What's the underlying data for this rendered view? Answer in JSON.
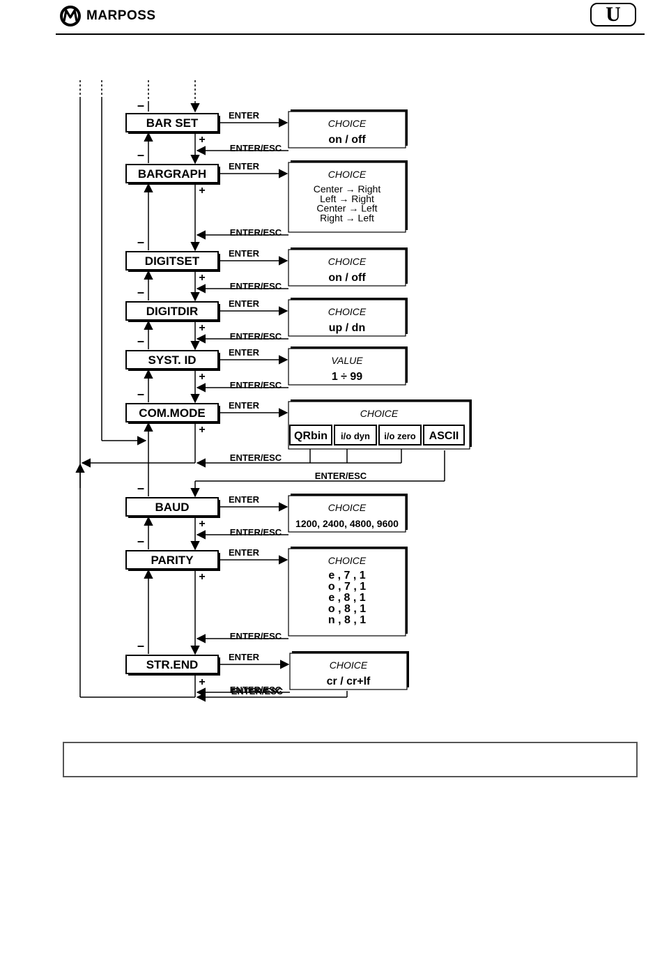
{
  "header": {
    "brand": "MARPOSS",
    "badge": "U"
  },
  "diagram": {
    "enter_label": "ENTER",
    "enter_esc_label": "ENTER/ESC",
    "plus": "+",
    "minus": "–",
    "menu_items": [
      {
        "name": "BAR SET",
        "box_title": "CHOICE",
        "options": [
          "on / off"
        ]
      },
      {
        "name": "BARGRAPH",
        "box_title": "CHOICE",
        "options": [
          "Center → Right",
          "Left → Right",
          "Center → Left",
          "Right → Left"
        ]
      },
      {
        "name": "DIGITSET",
        "box_title": "CHOICE",
        "options": [
          "on / off"
        ]
      },
      {
        "name": "DIGITDIR",
        "box_title": "CHOICE",
        "options": [
          "up / dn"
        ]
      },
      {
        "name": "SYST. ID",
        "box_title": "VALUE",
        "options": [
          "1 ÷ 99"
        ]
      },
      {
        "name": "COM.MODE",
        "box_title": "CHOICE",
        "options": [
          "QRbin",
          "i/o dyn",
          "i/o zero",
          "ASCII"
        ]
      },
      {
        "name": "BAUD",
        "box_title": "CHOICE",
        "options": [
          "1200, 2400, 4800, 9600"
        ]
      },
      {
        "name": "PARITY",
        "box_title": "CHOICE",
        "options": [
          "e , 7 , 1",
          "o , 7 , 1",
          "e , 8 , 1",
          "o , 8 , 1",
          "n , 8 , 1"
        ]
      },
      {
        "name": "STR.END",
        "box_title": "CHOICE",
        "options": [
          "cr / cr+lf"
        ]
      }
    ]
  }
}
